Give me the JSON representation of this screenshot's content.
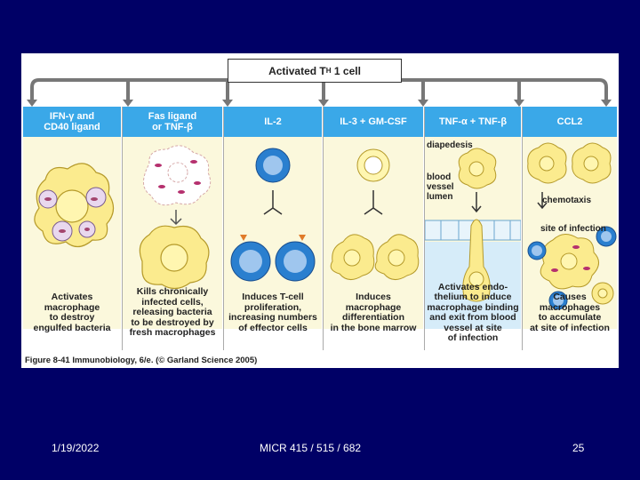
{
  "figure": {
    "top_label": "Activated T",
    "top_label_sub": "H",
    "top_label_end": "1  cell",
    "caption": "Figure 8-41  Immunobiology, 6/e. (© Garland Science 2005)",
    "columns": [
      {
        "header": "IFN-γ and\nCD40 ligand",
        "effect": "Activates\nmacrophage\nto destroy\nengulfed bacteria"
      },
      {
        "header": "Fas ligand\nor TNF-β",
        "effect": "Kills chronically\ninfected cells,\nreleasing bacteria\nto be destroyed by\nfresh macrophages"
      },
      {
        "header": "IL-2",
        "effect": "Induces T-cell\nproliferation,\nincreasing numbers\nof effector cells"
      },
      {
        "header": "IL-3 + GM-CSF",
        "effect": "Induces\nmacrophage\ndifferentiation\nin the bone marrow"
      },
      {
        "header": "TNF-α + TNF-β",
        "effect": "Activates endo-\nthelium to induce\nmacrophage binding\nand exit from blood\nvessel at site\nof infection"
      },
      {
        "header": "CCL2",
        "effect": "Causes\nmacrophages\nto accumulate\nat site of infection"
      }
    ],
    "labels": {
      "diapedesis": "diapedesis",
      "blood_vessel": "blood\nvessel\nlumen",
      "chemotaxis": "chemotaxis",
      "site_of_infection": "site of infection"
    },
    "colors": {
      "header_blue": "#3aa8e8",
      "panel_bg": "#fbf8dc",
      "macrophage": "#fbeb8e",
      "tcell": "#2a7fcf"
    }
  },
  "footer": {
    "date": "1/19/2022",
    "course": "MICR 415 / 515 / 682",
    "page": "25"
  }
}
